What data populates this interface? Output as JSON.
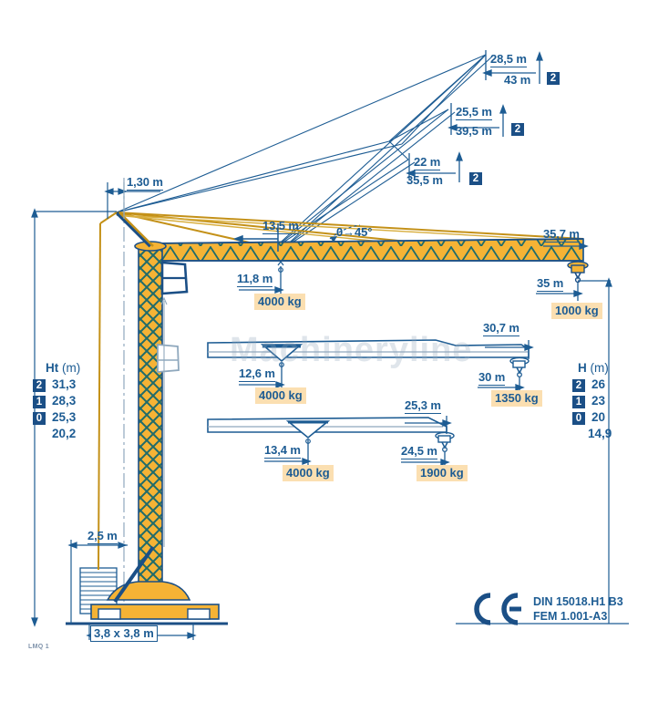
{
  "diagram": {
    "model_code": "LMQ 1",
    "watermark": "Machineryline",
    "certification": {
      "mark": "CE",
      "line1": "DIN 15018.H1 B3",
      "line2": "FEM 1.001-A3"
    },
    "colors": {
      "steel_blue": "#1d5c93",
      "dark_blue": "#1b4f86",
      "crane_orange": "#f5b335",
      "lattice_teal": "#1f6b6b",
      "load_badge": "#fbdfb1"
    }
  },
  "luffing_positions": [
    {
      "radius": "28,5 m",
      "height": "43 m",
      "config": "2"
    },
    {
      "radius": "25,5 m",
      "height": "39,5 m",
      "config": "2"
    },
    {
      "radius": "22 m",
      "height": "35,5 m",
      "config": "2"
    }
  ],
  "mast": {
    "offset_label": "1,30 m",
    "counterweight_label": "2,5 m",
    "base_label": "3,8 x 3,8 m"
  },
  "jib_angle_label": "0→45°",
  "height_columns": {
    "left": {
      "title_bold": "Ht",
      "title_unit": "(m)",
      "rows": [
        {
          "config": "2",
          "value": "31,3"
        },
        {
          "config": "1",
          "value": "28,3"
        },
        {
          "config": "0",
          "value": "25,3"
        },
        {
          "config": "",
          "value": "20,2"
        }
      ]
    },
    "right": {
      "title_bold": "H",
      "title_unit": "(m)",
      "rows": [
        {
          "config": "2",
          "value": "26"
        },
        {
          "config": "1",
          "value": "23"
        },
        {
          "config": "0",
          "value": "20"
        },
        {
          "config": "",
          "value": "14,9"
        }
      ]
    }
  },
  "configurations": [
    {
      "name": "jib-config-1",
      "top_left_dim": "13,5 m",
      "top_right_dim": "35,7 m",
      "max_load_radius": "11,8 m",
      "max_load": "4000 kg",
      "tip_radius": "35 m",
      "tip_load": "1000 kg"
    },
    {
      "name": "jib-config-2",
      "top_right_dim": "30,7 m",
      "max_load_radius": "12,6 m",
      "max_load": "4000 kg",
      "tip_radius": "30 m",
      "tip_load": "1350 kg"
    },
    {
      "name": "jib-config-3",
      "top_right_dim": "25,3 m",
      "max_load_radius": "13,4 m",
      "max_load": "4000 kg",
      "tip_radius": "24,5 m",
      "tip_load": "1900 kg"
    }
  ]
}
